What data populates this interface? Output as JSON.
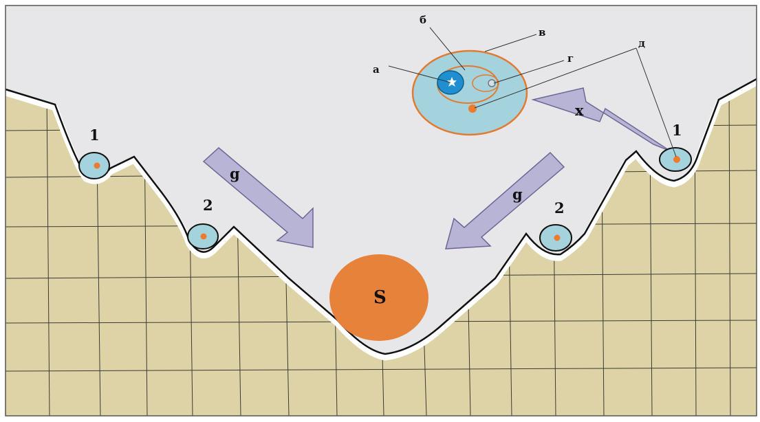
{
  "labels": {
    "well_left_1": "1",
    "well_left_2": "2",
    "well_right_1": "1",
    "well_right_2": "2",
    "center_mass": "S",
    "gravity_left": "g",
    "gravity_right": "g",
    "x_arrow": "x",
    "callout_a": "а",
    "callout_b": "б",
    "callout_v": "в",
    "callout_g": "г",
    "callout_d": "д"
  },
  "colors": {
    "sky": "#e7e7e9",
    "ground": "#ddd3a6",
    "ground_grid": "#3a3a32",
    "outline": "#111111",
    "cell_fill": "#a4d2dd",
    "cell_ring": "#e27a30",
    "core_blue": "#1f8fcf",
    "dot_orange": "#ee7b2e",
    "mass_orange": "#e7823a",
    "arrow_fill": "#b7b4d6",
    "arrow_stroke": "#6b6794"
  }
}
